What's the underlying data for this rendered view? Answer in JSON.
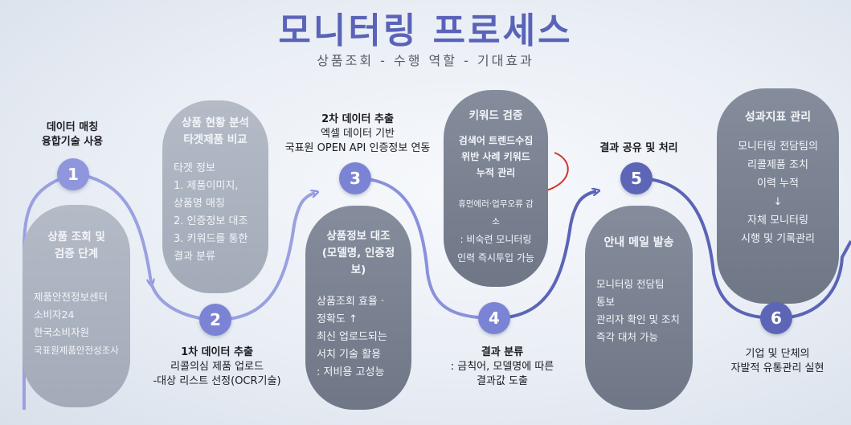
{
  "header": {
    "title": "모니터링 프로세스",
    "subtitle": "상품조회 - 수행 역할 - 기대효과"
  },
  "steps": [
    {
      "num": "1",
      "label_lines": [
        "데이터 매칭",
        "융합기술 사용"
      ],
      "card_title_lines": [
        "상품 조회 및",
        "검증 단계"
      ],
      "card_body_lines": [
        "제품안전정보센터",
        "소비자24",
        "한국소비자원",
        "국표원제품안전성조사"
      ]
    },
    {
      "num": "2",
      "label_title": "1차 데이터 추출",
      "label_lines": [
        "리콜의심 제품 업로드",
        "-대상 리스트 선정(OCR기술)"
      ],
      "card_title_lines": [
        "상품 현황 분석",
        "타겟제품 비교"
      ],
      "card_body_lines": [
        "타겟 정보",
        "1. 제품이미지,",
        "상품명 매칭",
        "2. 인증정보 대조",
        "3. 키워드를 통한",
        "결과 분류"
      ]
    },
    {
      "num": "3",
      "label_title": "2차 데이터 추출",
      "label_lines": [
        "엑셀 데이터 기반",
        "국표원 OPEN API 인증정보 연동"
      ],
      "card_title_lines": [
        "상품정보 대조",
        "(모델명, 인증정보)"
      ],
      "card_body_lines": [
        "상품조회 효율 ·",
        "정확도 ↑",
        "최신 업로드되는",
        "서치 기술 활용",
        ": 저비용 고성능"
      ]
    },
    {
      "num": "4",
      "label_title": "결과 분류",
      "label_lines": [
        ": 금칙어, 모델명에 따른",
        "결과값 도출"
      ],
      "card_title_lines": [
        "키워드 검증"
      ],
      "card_sub_lines": [
        "검색어 트렌드수집",
        "위반 사례 키워드",
        "누적 관리"
      ],
      "card_body_lines": [
        "휴먼에러·업무오류 감소",
        ": 비숙련 모니터링",
        "인력 즉시투입 가능"
      ]
    },
    {
      "num": "5",
      "label_lines": [
        "결과 공유 및 처리"
      ],
      "card_title_lines": [
        "안내 메일 발송"
      ],
      "card_body_lines": [
        "모니터링 전담팀",
        "통보",
        "관리자 확인 및 조치",
        "즉각 대처 가능"
      ]
    },
    {
      "num": "6",
      "label_lines": [
        "기업 및 단체의",
        "자발적 유통관리 실현"
      ],
      "card_title_lines": [
        "성과지표 관리"
      ],
      "card_body_lines": [
        "모니터링 전담팀의",
        "리콜제품 조치",
        "이력 누적",
        "↓",
        "자체 모니터링",
        "시행 및 기록관리"
      ]
    }
  ],
  "colors": {
    "title": "#5a63b8",
    "flow_light": "#9aa0e0",
    "flow_mid": "#8088d6",
    "flow_dark": "#5b64b5",
    "feedback_arrow": "#d4322c"
  }
}
